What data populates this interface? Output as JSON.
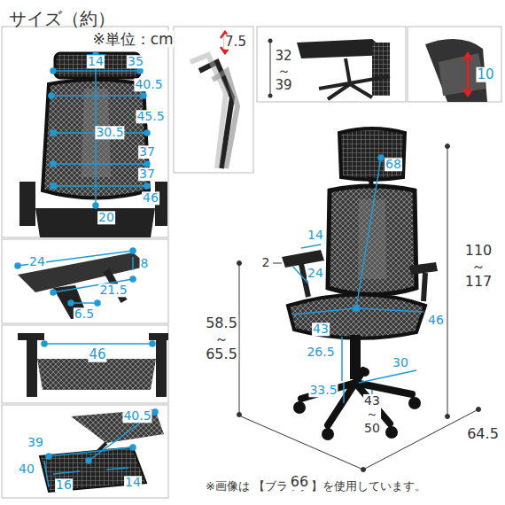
{
  "diagram": {
    "title": "サイズ（約）",
    "caption": "※画像は 【ブラック】を使用しています。",
    "labels": [
      "※単位：cm",
      "14",
      "35",
      "40.5",
      "45.5",
      "30.5",
      "37",
      "37",
      "46",
      "20",
      "7.5",
      "32 ～ 39",
      "10",
      "68",
      "14",
      "2",
      "24",
      "110 ～ 117",
      "58.5 ～ 65.5",
      "43",
      "46",
      "26.5",
      "33.5",
      "30",
      "43 ～ 50",
      "66",
      "64.5",
      "24",
      "8",
      "21.5",
      "6.5",
      "46",
      "40.5",
      "39",
      "40",
      "16",
      "14"
    ]
  }
}
